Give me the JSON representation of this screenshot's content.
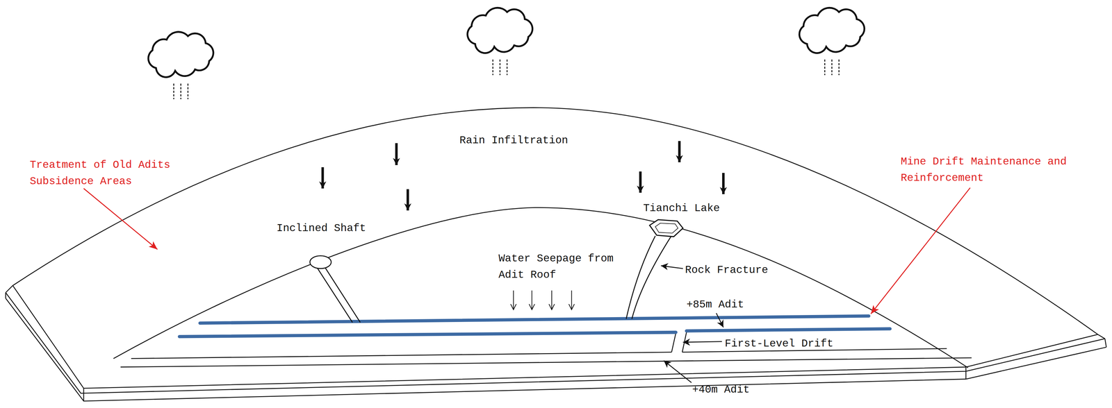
{
  "diagram": {
    "labels": [
      "Treatment of Old Adits Subsidence Areas",
      "Rain Infiltration",
      "Mine Drift Maintenance and Reinforcement",
      "Inclined Shaft",
      "Tianchi Lake",
      "Water Seepage from Adit Roof",
      "Rock Fracture",
      "+85m Adit",
      "First-Level Drift",
      "+40m Adit"
    ]
  }
}
